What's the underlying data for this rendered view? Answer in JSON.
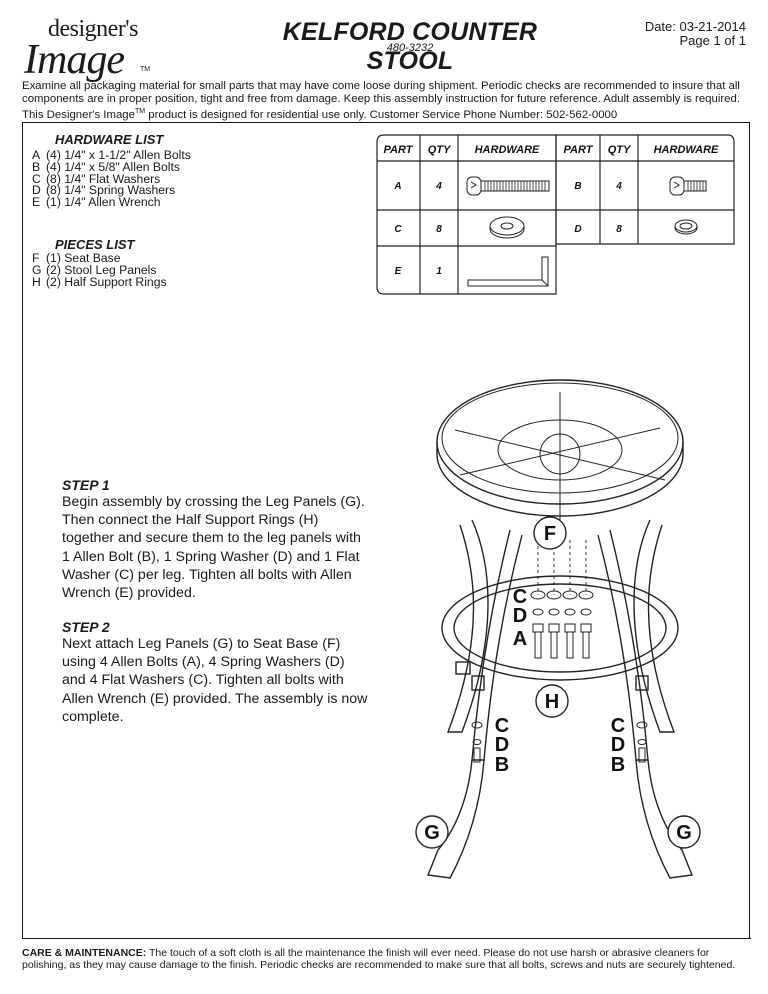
{
  "logo": {
    "line1": "designer's",
    "line2": "Image",
    "tm": "TM"
  },
  "header": {
    "title": "KELFORD COUNTER STOOL",
    "model": "480-3232",
    "date": "Date: 03-21-2014",
    "page": "Page 1 of 1"
  },
  "intro": {
    "text_before_tm": "Examine all packaging material for small parts that may have come loose during shipment. Periodic checks are recommended to insure that all components are in proper position, tight and free from damage. Keep this assembly instruction for future reference. Adult assembly is required. This Designer's Image",
    "tm": "TM",
    "text_after_tm": " product is designed for residential use only. Customer Service Phone Number: 502-562-0000"
  },
  "hardware_list": {
    "title": "HARDWARE LIST",
    "items": [
      {
        "key": "A",
        "text": "(4) 1/4\" x 1-1/2\" Allen Bolts"
      },
      {
        "key": "B",
        "text": "(4) 1/4\" x 5/8\" Allen Bolts"
      },
      {
        "key": "C",
        "text": "(8) 1/4\" Flat Washers"
      },
      {
        "key": "D",
        "text": "(8) 1/4\" Spring Washers"
      },
      {
        "key": "E",
        "text": "(1) 1/4\" Allen Wrench"
      }
    ]
  },
  "pieces_list": {
    "title": "PIECES LIST",
    "items": [
      {
        "key": "F",
        "text": "(1) Seat Base"
      },
      {
        "key": "G",
        "text": "(2) Stool Leg Panels"
      },
      {
        "key": "H",
        "text": "(2) Half Support Rings"
      }
    ]
  },
  "hardware_table": {
    "headers": [
      "PART",
      "QTY",
      "HARDWARE",
      "PART",
      "QTY",
      "HARDWARE"
    ],
    "rows": [
      [
        {
          "part": "A",
          "qty": "4",
          "icon": "long-bolt-icon"
        },
        {
          "part": "B",
          "qty": "4",
          "icon": "short-bolt-icon"
        }
      ],
      [
        {
          "part": "C",
          "qty": "8",
          "icon": "flat-washer-icon"
        },
        {
          "part": "D",
          "qty": "8",
          "icon": "spring-washer-icon"
        }
      ],
      [
        {
          "part": "E",
          "qty": "1",
          "icon": "allen-wrench-icon"
        }
      ]
    ]
  },
  "steps": [
    {
      "title": "STEP 1",
      "text": "Begin assembly by crossing the Leg Panels (G). Then connect the Half Support Rings (H) together and secure them to the leg panels with 1 Allen Bolt (B), 1 Spring Washer (D) and 1 Flat Washer (C) per leg. Tighten all bolts with Allen Wrench (E) provided."
    },
    {
      "title": "STEP 2",
      "text": "Next attach Leg Panels (G) to Seat Base (F) using 4 Allen Bolts (A), 4 Spring Washers (D) and 4 Flat Washers (C). Tighten all bolts with Allen Wrench (E) provided. The assembly is now complete."
    }
  ],
  "diagram_labels": {
    "F": "F",
    "H": "H",
    "G_left": "G",
    "G_right": "G",
    "C_mid": "C",
    "D_mid": "D",
    "A_mid": "A",
    "C_left": "C",
    "D_left": "D",
    "B_left": "B",
    "C_right": "C",
    "D_right": "D",
    "B_right": "B"
  },
  "care": {
    "label": "CARE & MAINTENANCE:",
    "text": " The touch of a soft cloth is all the maintenance the finish will ever need. Please do not use harsh or abrasive cleaners for polishing, as they may cause damage to the finish. Periodic checks are recommended to make sure that all bolts, screws and nuts are securely tightened."
  }
}
